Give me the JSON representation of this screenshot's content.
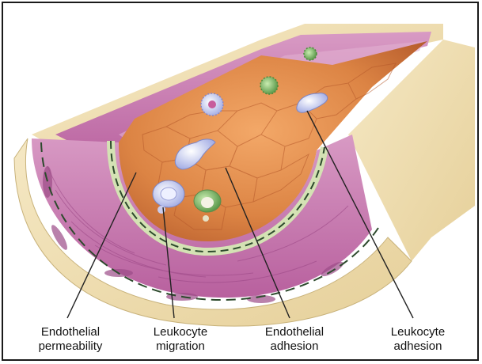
{
  "labels": {
    "endothelial_permeability": {
      "line1": "Endothelial",
      "line2": "permeability"
    },
    "leukocyte_migration": {
      "line1": "Leukocyte",
      "line2": "migration"
    },
    "endothelial_adhesion": {
      "line1": "Endothelial",
      "line2": "adhesion"
    },
    "leukocyte_adhesion": {
      "line1": "Leukocyte",
      "line2": "adhesion"
    }
  },
  "colors": {
    "frame": "#1a1a1a",
    "adventitia": "#f0e2b8",
    "muscle": "#c87ab0",
    "muscle_dark": "#a0508c",
    "elastic_lamina": "#d4e2b4",
    "lumen": "#d87a3c",
    "lumen_light": "#f0a060",
    "leukocyte": "#d8dcf4",
    "platelet": "#7cb86a",
    "leader_line": "#222222"
  }
}
